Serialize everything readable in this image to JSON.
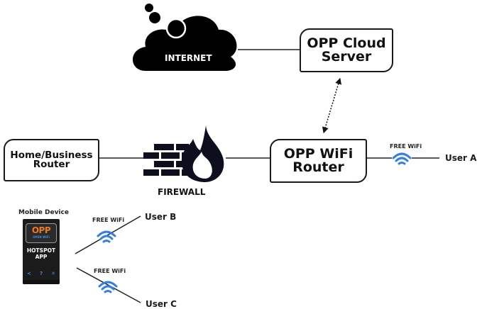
{
  "diagram": {
    "title": "OPP WiFi network topology",
    "nodes": {
      "internet": {
        "label": "INTERNET",
        "icon": "cloud-icon"
      },
      "cloud_server": {
        "line1": "OPP Cloud",
        "line2": "Server"
      },
      "home_router": {
        "line1": "Home/Business",
        "line2": "Router"
      },
      "firewall": {
        "label": "FIREWALL",
        "icon": "firewall-icon"
      },
      "wifi_router": {
        "line1": "OPP WiFi",
        "line2": "Router"
      },
      "mobile_device": {
        "caption": "Mobile Device",
        "app_logo": "OPP",
        "app_logo_sub": "OPEN WiFi",
        "app_title_line1": "HOTSPOT",
        "app_title_line2": "APP",
        "nav_icons": [
          "share-icon",
          "help-icon",
          "close-icon"
        ]
      }
    },
    "wifi_links": [
      {
        "label": "FREE WiFi",
        "user": "User A"
      },
      {
        "label": "FREE WiFi",
        "user": "User B"
      },
      {
        "label": "FREE WiFi",
        "user": "User C"
      }
    ],
    "edges": [
      {
        "from": "internet",
        "to": "cloud_server",
        "style": "solid"
      },
      {
        "from": "cloud_server",
        "to": "wifi_router",
        "style": "dotted-bidirectional"
      },
      {
        "from": "home_router",
        "to": "firewall",
        "style": "solid"
      },
      {
        "from": "firewall",
        "to": "wifi_router",
        "style": "solid"
      },
      {
        "from": "wifi_router",
        "to": "User A",
        "style": "wifi"
      },
      {
        "from": "mobile_device",
        "to": "User B",
        "style": "wifi"
      },
      {
        "from": "mobile_device",
        "to": "User C",
        "style": "wifi"
      }
    ],
    "colors": {
      "wifi": "#2f7df0",
      "ink": "#111111",
      "app_orange": "#f07a1a",
      "app_blue": "#2f8fe0"
    }
  }
}
